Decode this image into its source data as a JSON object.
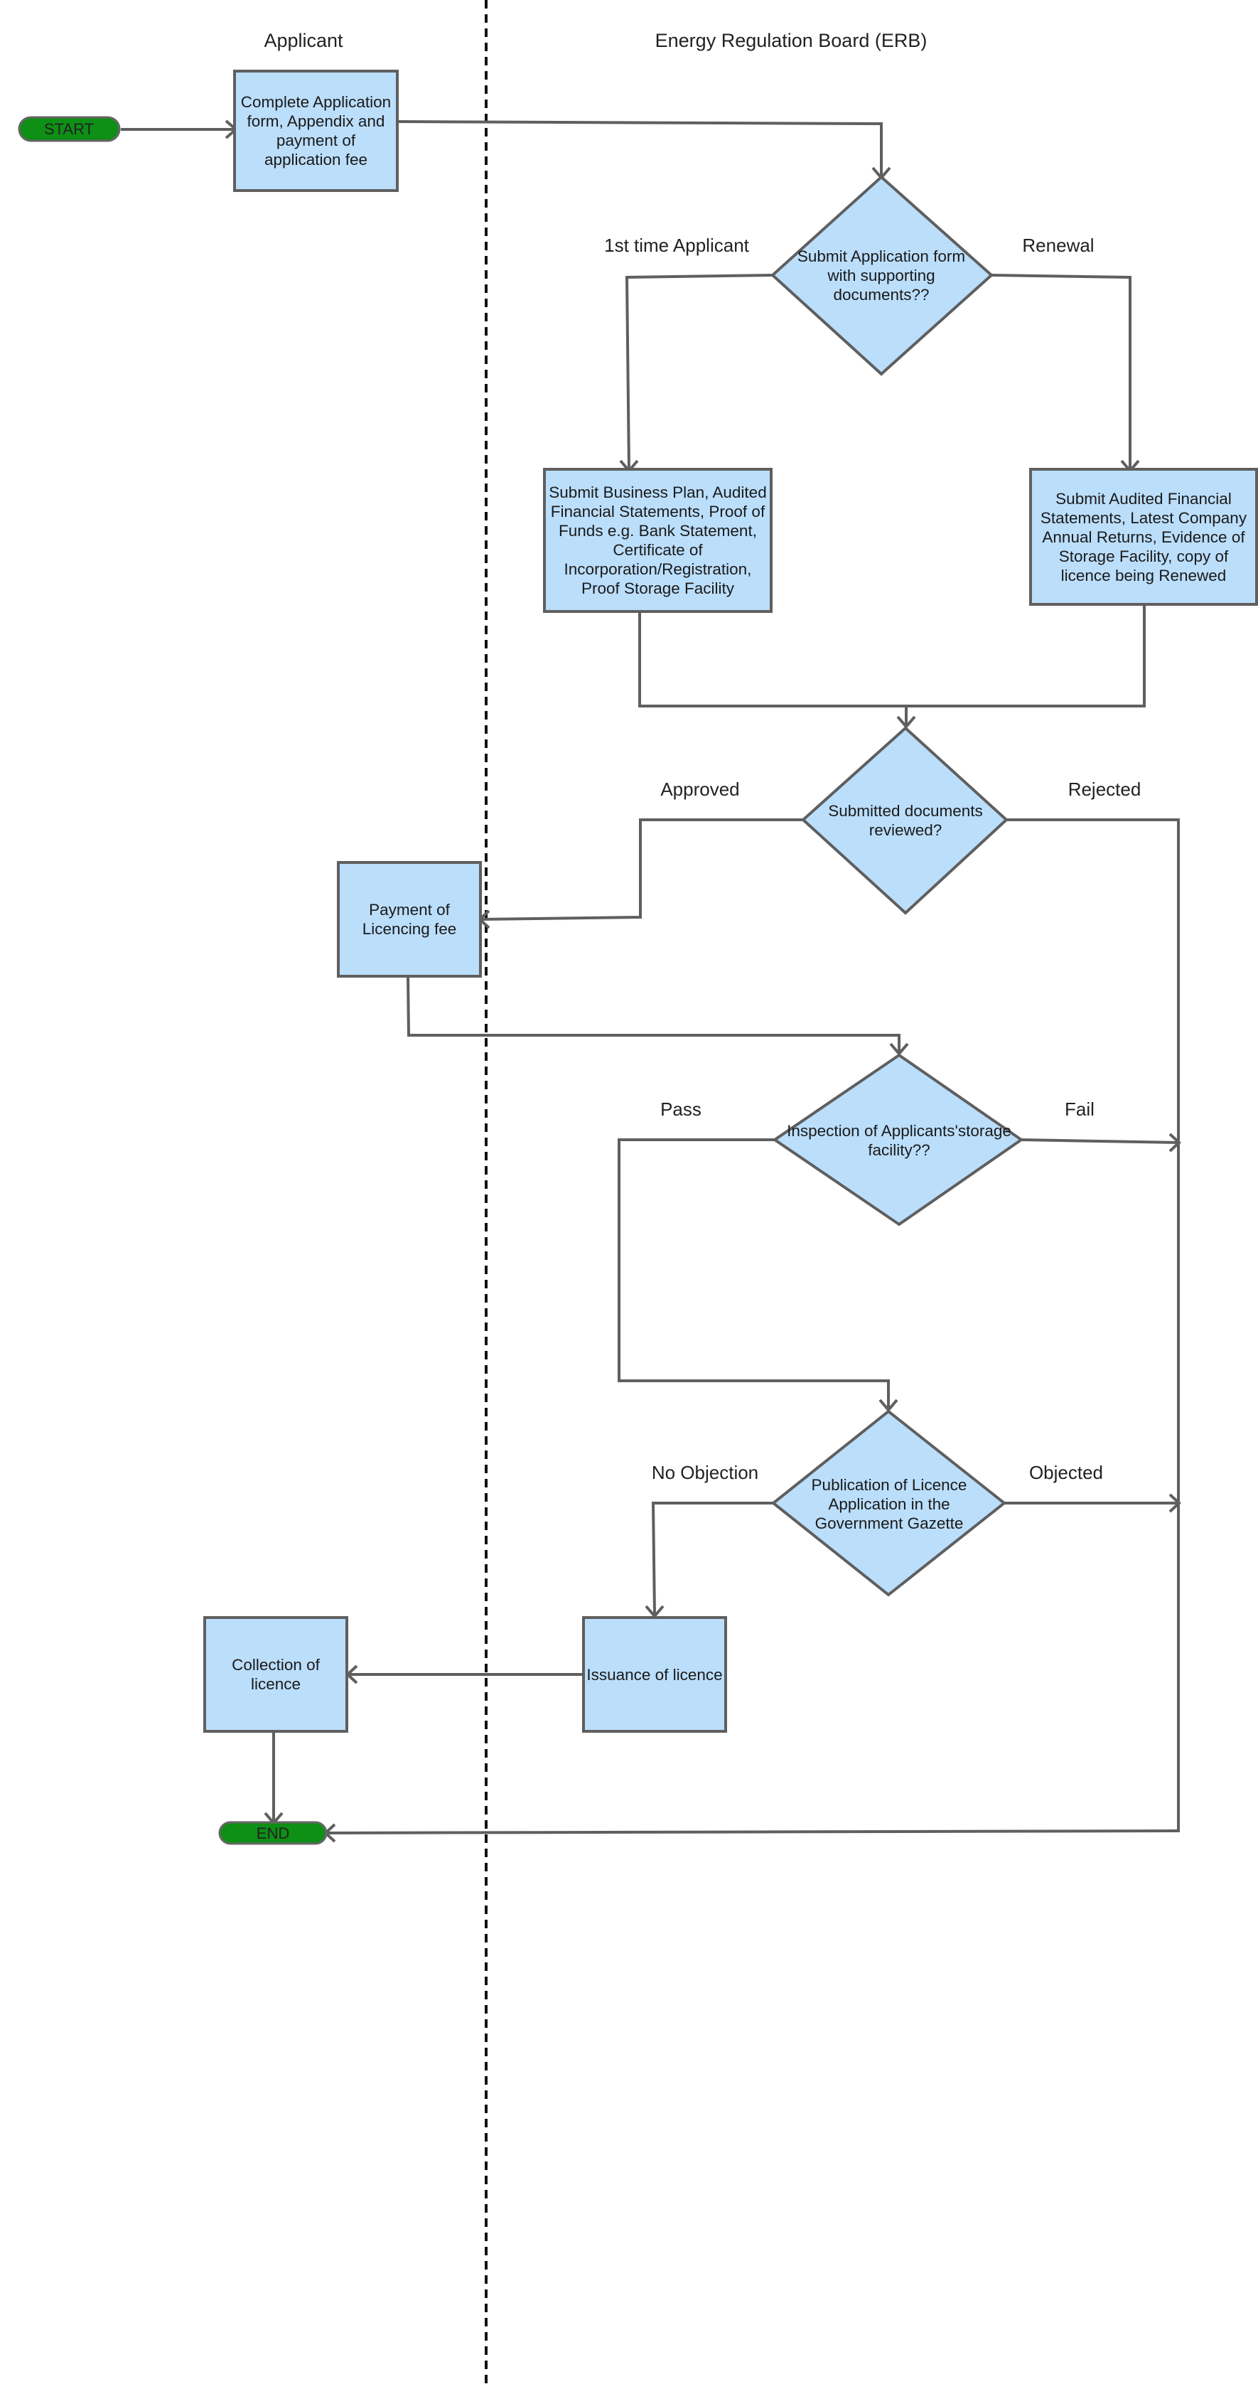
{
  "lanes": {
    "applicant": "Applicant",
    "erb": "Energy Regulation Board (ERB)"
  },
  "terminals": {
    "start": "START",
    "end": "END"
  },
  "nodes": {
    "complete_application": "Complete Application form, Appendix and payment of application fee",
    "submit_application_decision": "Submit Application form with supporting documents??",
    "first_time_docs": "Submit Business Plan, Audited Financial Statements, Proof of Funds e.g. Bank Statement, Certificate of Incorporation/Registration, Proof Storage Facility",
    "renewal_docs": "Submit Audited Financial Statements, Latest Company Annual Returns, Evidence of Storage Facility, copy of licence being Renewed",
    "documents_reviewed_decision": "Submitted documents reviewed?",
    "payment_licencing_fee": "Payment of Licencing fee",
    "inspection_decision": "Inspection of Applicants'storage facility??",
    "publication_decision": "Publication of Licence Application in the Government Gazette",
    "issuance_of_licence": "Issuance of licence",
    "collection_of_licence": "Collection of licence"
  },
  "edge_labels": {
    "first_time": "1st time Applicant",
    "renewal": "Renewal",
    "approved": "Approved",
    "rejected": "Rejected",
    "pass": "Pass",
    "fail": "Fail",
    "no_objection": "No Objection",
    "objected": "Objected"
  },
  "colors": {
    "process_fill": "#bbdefb",
    "terminal_fill": "#0e8f16",
    "stroke": "#5f5f5f"
  }
}
